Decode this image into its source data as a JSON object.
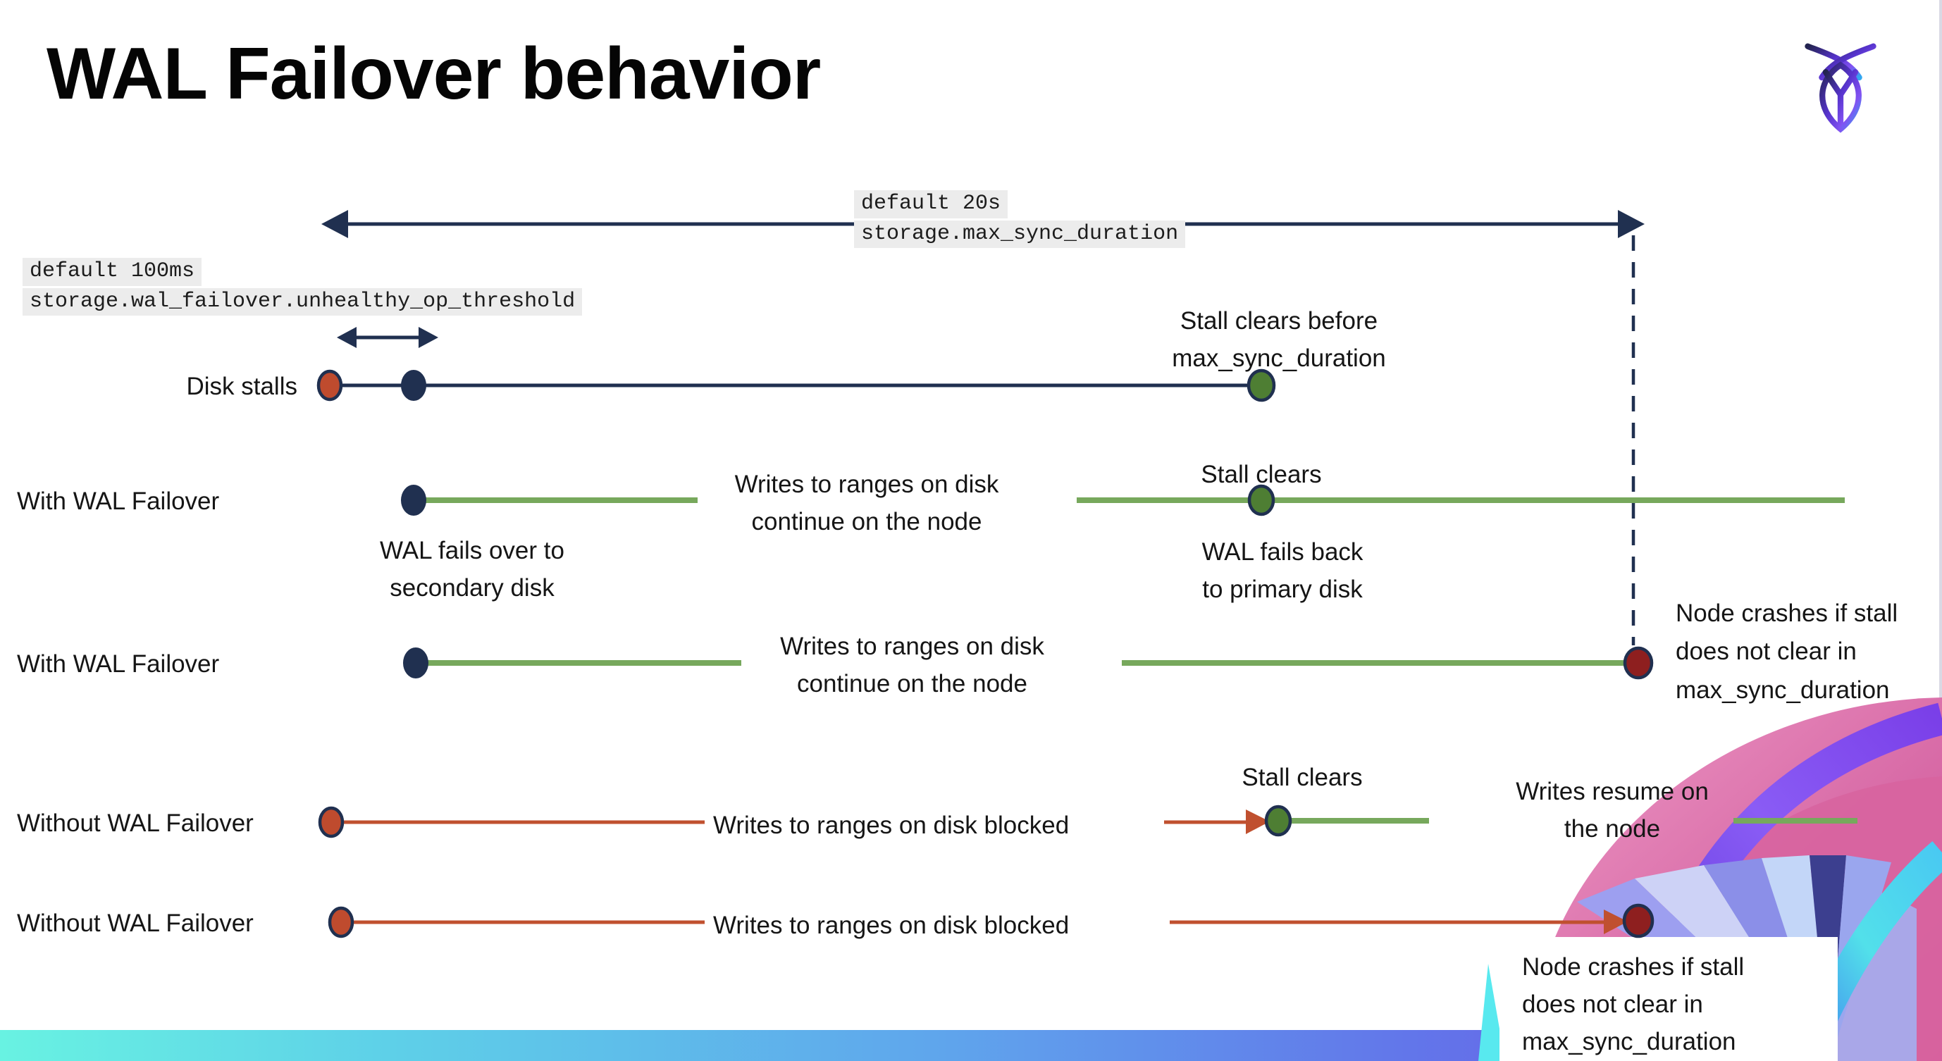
{
  "title": "WAL Failover behavior",
  "colors": {
    "navy": "#203050",
    "green_line": "#77a85c",
    "green_dot": "#4e7e33",
    "red_line": "#c0502f",
    "red_dot": "#bf4b2e",
    "dark_red_dot": "#8e1f1f",
    "code_label_bg": "#ececec",
    "footer_gradient_left": "#68f2e2",
    "footer_gradient_right": "#6d49e2"
  },
  "callouts": {
    "max_sync": {
      "default": "default 20s",
      "setting": "storage.max_sync_duration"
    },
    "unhealthy_op": {
      "default": "default 100ms",
      "setting": "storage.wal_failover.unhealthy_op_threshold"
    }
  },
  "rows": {
    "disk_stalls": {
      "label": "Disk stalls",
      "stall_clears": "Stall clears before\nmax_sync_duration"
    },
    "with_failover_1": {
      "label": "With WAL Failover",
      "failover_note": "WAL fails over to\nsecondary disk",
      "writes_note": "Writes to ranges on disk\ncontinue on the node",
      "stall_clears": "Stall clears",
      "failback_note": "WAL fails  back\nto primary disk"
    },
    "with_failover_2": {
      "label": "With WAL Failover",
      "writes_note": "Writes to ranges on disk\ncontinue on the node",
      "crash_note": "Node crashes if stall\ndoes not clear in\nmax_sync_duration"
    },
    "without_failover_1": {
      "label": "Without WAL Failover",
      "writes_note": "Writes to ranges on disk  blocked",
      "stall_clears": "Stall clears",
      "resume_note": "Writes resume on\nthe node"
    },
    "without_failover_2": {
      "label": "Without WAL Failover",
      "writes_note": "Writes to ranges on disk  blocked",
      "crash_note": "Node crashes if stall\ndoes not clear in\nmax_sync_duration"
    }
  }
}
